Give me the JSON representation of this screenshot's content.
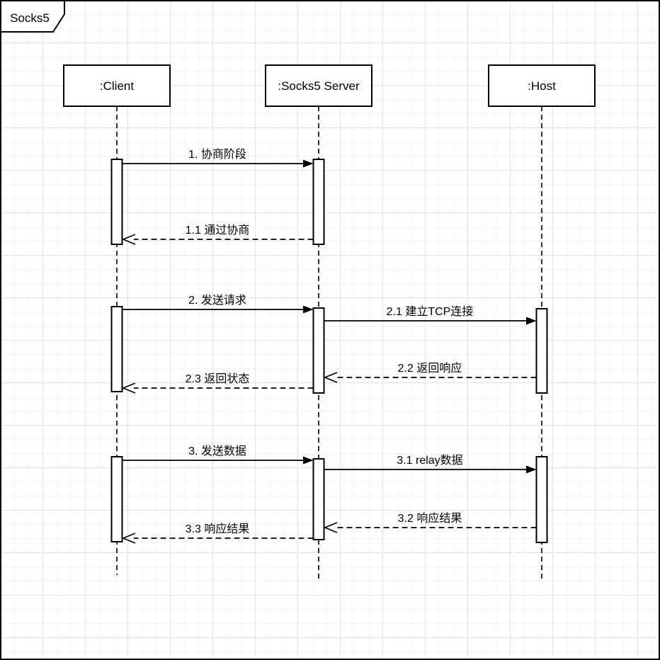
{
  "frame": {
    "title": "Socks5"
  },
  "actors": [
    {
      "id": "client",
      "label": ":Client"
    },
    {
      "id": "server",
      "label": ":Socks5 Server"
    },
    {
      "id": "host",
      "label": ":Host"
    }
  ],
  "messages": [
    {
      "id": "1",
      "label": "1. 协商阶段",
      "from": "client",
      "to": "server",
      "style": "solid"
    },
    {
      "id": "1.1",
      "label": "1.1 通过协商",
      "from": "server",
      "to": "client",
      "style": "dashed"
    },
    {
      "id": "2",
      "label": "2. 发送请求",
      "from": "client",
      "to": "server",
      "style": "solid"
    },
    {
      "id": "2.1",
      "label": "2.1 建立TCP连接",
      "from": "server",
      "to": "host",
      "style": "solid"
    },
    {
      "id": "2.2",
      "label": "2.2 返回响应",
      "from": "host",
      "to": "server",
      "style": "dashed"
    },
    {
      "id": "2.3",
      "label": "2.3 返回状态",
      "from": "server",
      "to": "client",
      "style": "dashed"
    },
    {
      "id": "3",
      "label": "3. 发送数据",
      "from": "client",
      "to": "server",
      "style": "solid"
    },
    {
      "id": "3.1",
      "label": "3.1 relay数据",
      "from": "server",
      "to": "host",
      "style": "solid"
    },
    {
      "id": "3.2",
      "label": "3.2 响应结果",
      "from": "host",
      "to": "server",
      "style": "dashed"
    },
    {
      "id": "3.3",
      "label": "3.3 响应结果",
      "from": "server",
      "to": "client",
      "style": "dashed"
    }
  ],
  "colors": {
    "stroke": "#000000",
    "shape_fill": "#ffffff",
    "background": "#ffffff",
    "grid_minor": "#f4f4f4",
    "grid_major": "#e4e4e4"
  }
}
